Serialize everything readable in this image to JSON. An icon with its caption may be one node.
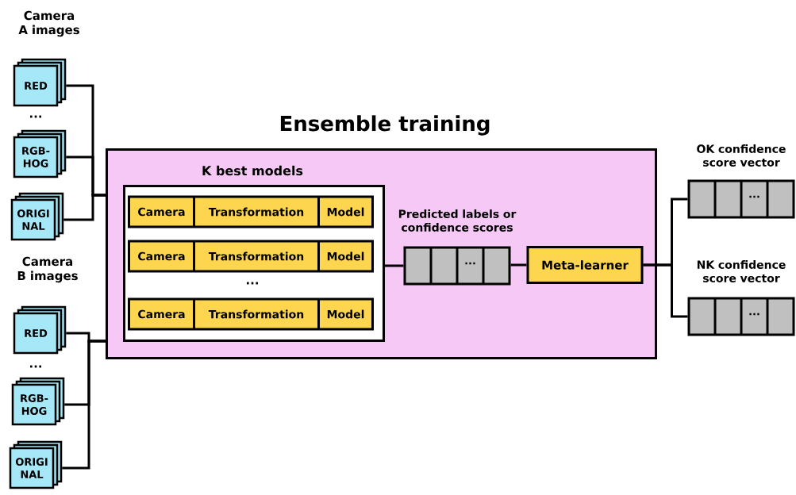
{
  "diagram": {
    "nodes": [
      {
        "text": [
          "RED"
        ]
      },
      {
        "text": [
          "RGB- HOG"
        ]
      },
      {
        "text": [
          "ORIGI NAL"
        ]
      },
      {
        "text": [
          "RED"
        ]
      },
      {
        "text": [
          "RGB- HOG"
        ]
      },
      {
        "text": [
          "ORIGI NAL"
        ]
      },
      {
        "text": [
          "Ensemble training"
        ]
      },
      {
        "text": [
          "K best models"
        ],
        "in": 6
      },
      {
        "text": [
          "Camera",
          "Transformation",
          "Model"
        ],
        "in": 7
      },
      {
        "text": [
          "Camera",
          "Transformation",
          "Model"
        ],
        "in": 7
      },
      {
        "text": [
          "Camera",
          "Transformation",
          "Model"
        ],
        "in": 7
      },
      {
        "text": [
          "Predicted labels or confidence scores",
          "..."
        ],
        "in": 6
      },
      {
        "text": [
          "Meta-learner"
        ],
        "in": 6
      },
      {
        "text": [
          "OK confidence score vector",
          "..."
        ]
      },
      {
        "text": [
          "NK confidence score vector",
          "..."
        ]
      }
    ],
    "edges": [
      {
        "from": 0,
        "to": 6,
        "arrow": "none"
      },
      {
        "from": 1,
        "to": 6,
        "arrow": "none"
      },
      {
        "from": 2,
        "to": 6,
        "arrow": "none"
      },
      {
        "from": 3,
        "to": 6,
        "arrow": "none"
      },
      {
        "from": 4,
        "to": 6,
        "arrow": "none"
      },
      {
        "from": 5,
        "to": 6,
        "arrow": "none"
      },
      {
        "from": 7,
        "to": 11,
        "arrow": "none"
      },
      {
        "from": 11,
        "to": 12,
        "arrow": "none"
      },
      {
        "from": 12,
        "to": 13,
        "arrow": "none"
      },
      {
        "from": 12,
        "to": 14,
        "arrow": "none"
      }
    ],
    "labels": [
      "Camera A images",
      "...",
      "Camera B images",
      "...",
      "..."
    ]
  }
}
